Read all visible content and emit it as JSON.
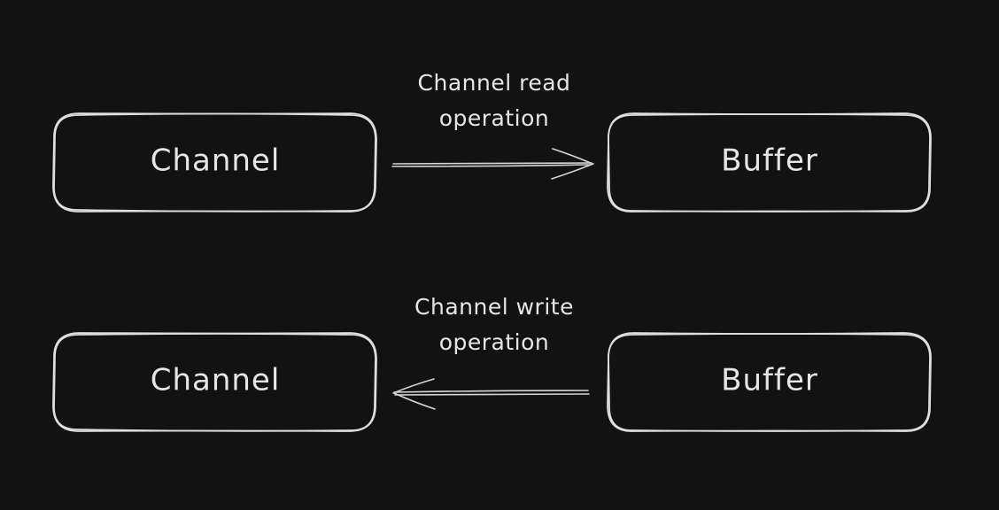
{
  "diagram": {
    "colors": {
      "background": "#121212",
      "stroke": "#dedede",
      "text": "#e6e6e6"
    },
    "flows": [
      {
        "source": {
          "label": "Channel"
        },
        "target": {
          "label": "Buffer"
        },
        "edge": {
          "line1": "Channel read",
          "line2": "operation",
          "direction": "right"
        }
      },
      {
        "source": {
          "label": "Channel"
        },
        "target": {
          "label": "Buffer"
        },
        "edge": {
          "line1": "Channel write",
          "line2": "operation",
          "direction": "left"
        }
      }
    ]
  }
}
